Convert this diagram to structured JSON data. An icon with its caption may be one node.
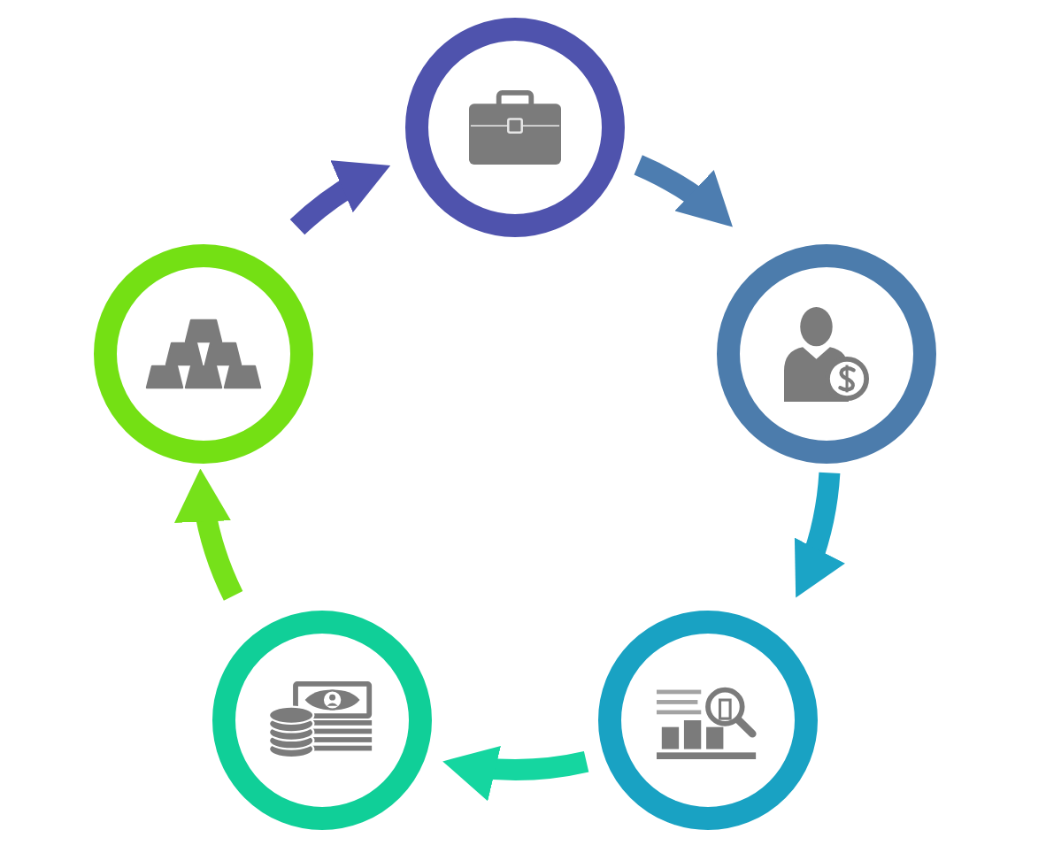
{
  "diagram": {
    "nodes": [
      {
        "text": [],
        "shape": "circle"
      },
      {
        "text": [],
        "shape": "circle"
      },
      {
        "text": [],
        "shape": "circle"
      },
      {
        "text": [],
        "shape": "circle"
      },
      {
        "text": [],
        "shape": "circle"
      }
    ],
    "edges": [
      {
        "from": 0,
        "to": 1,
        "arrow": "to",
        "color": "#4d7db0"
      },
      {
        "from": 1,
        "to": 2,
        "arrow": "to",
        "color": "#1ba4c6"
      },
      {
        "from": 2,
        "to": 3,
        "arrow": "to",
        "color": "#15d6a0"
      },
      {
        "from": 3,
        "to": 4,
        "arrow": "to",
        "color": "#76e11a"
      },
      {
        "from": 4,
        "to": 0,
        "arrow": "to",
        "color": "#4f53ae"
      }
    ]
  }
}
